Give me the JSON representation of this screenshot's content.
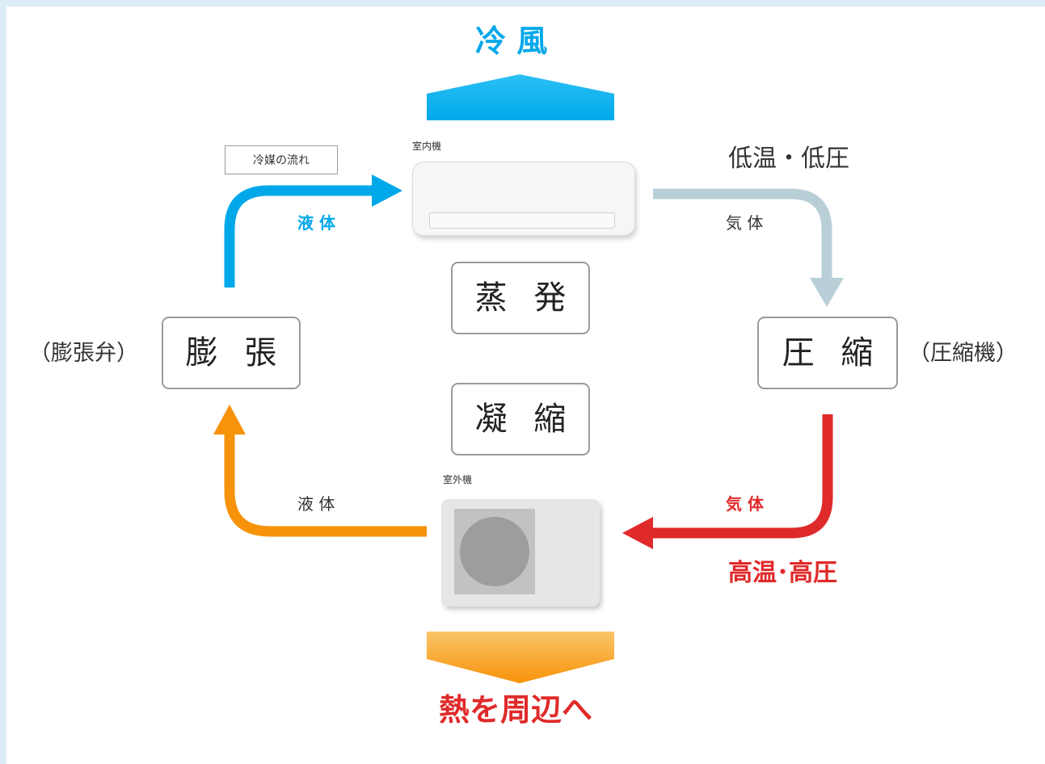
{
  "colors": {
    "page_background": "#dcedf5",
    "cold": "#00a8ea",
    "hot": "#e02a2a",
    "liquid_warm": "#f7930a",
    "gas_cool": "#b9cfd8",
    "box_border": "#9a9a9a",
    "text": "#222222"
  },
  "top": {
    "cold_air_label": "冷 風"
  },
  "bottom": {
    "heat_label": "熱を周辺へ"
  },
  "indoor_unit": {
    "label": "室内機"
  },
  "outdoor_unit": {
    "label": "室外機"
  },
  "legend": {
    "label": "冷媒の流れ"
  },
  "stages": {
    "evaporation": "蒸 発",
    "condensation": "凝 縮",
    "expansion": "膨 張",
    "compression": "圧 縮"
  },
  "components": {
    "expansion_valve": "（膨張弁）",
    "compressor": "（圧縮機）"
  },
  "flows": {
    "top_left_state": "液 体",
    "top_right_state": "気 体",
    "top_right_condition": "低温・低圧",
    "bottom_right_state": "気 体",
    "bottom_right_condition": "高温･高圧",
    "bottom_left_state": "液 体"
  },
  "icons": {
    "cold_air_arrow": "up-arrow",
    "heat_arrow": "down-arrow",
    "outdoor_fan": "fan-circle"
  }
}
